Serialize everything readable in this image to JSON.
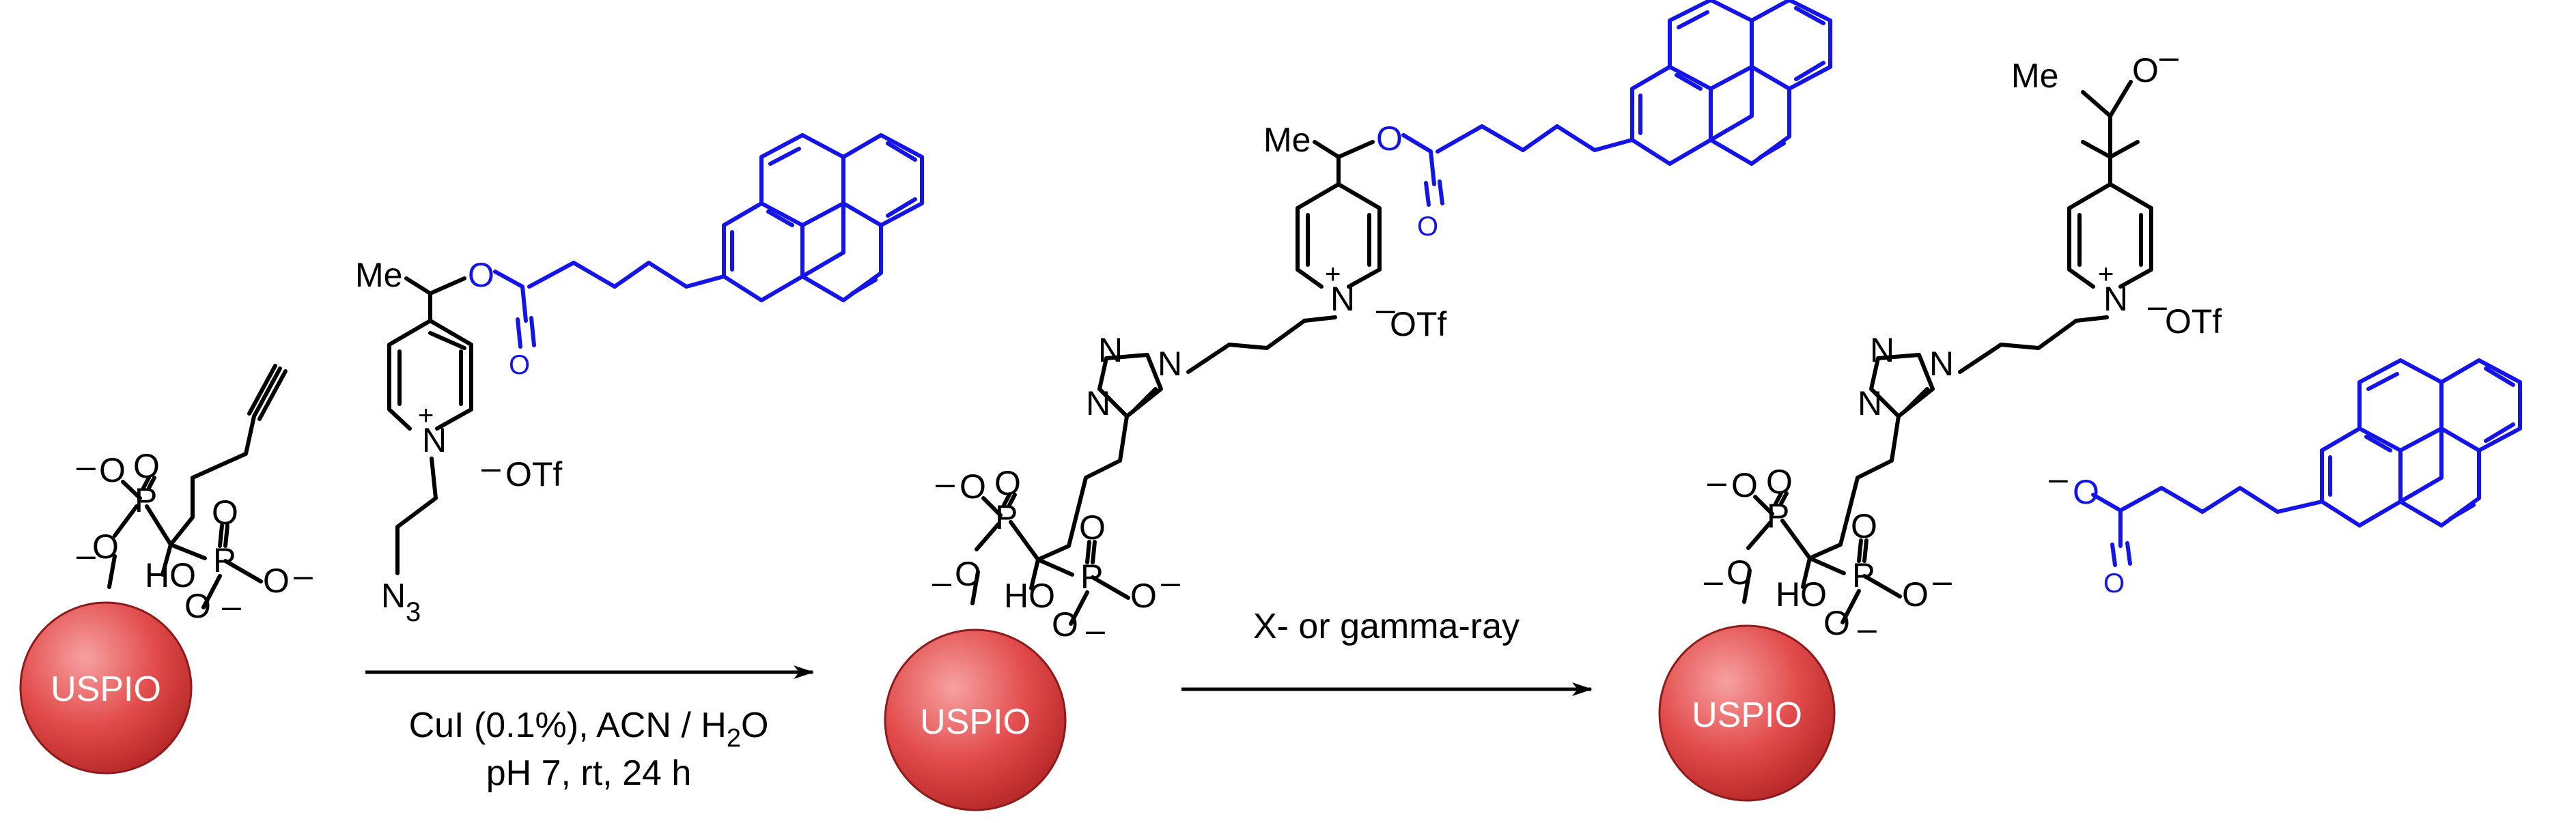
{
  "colors": {
    "bond": "#000000",
    "pyrene_fragment": "#1414e6",
    "nanoparticle": "#e24b4b",
    "nanoparticle_highlight": "#f7a1a1",
    "nanoparticle_edge": "#8c1b1b"
  },
  "atoms": {
    "oxygen": "O",
    "nitrogen": "N",
    "phosphorus": "P",
    "hydroxyl": "HO",
    "methyl": "Me",
    "negative": "–",
    "positive": "+",
    "counterion": "OTf",
    "azide_N": "N",
    "azide_sub": "3"
  },
  "nanoparticle_label": "USPIO",
  "reaction_1": {
    "conditions_line1_prefix": "CuI (0.1%), ACN / H",
    "conditions_line1_sub": "2",
    "conditions_line1_suffix": "O",
    "conditions_line2": "pH 7, rt, 24 h"
  },
  "reaction_2": {
    "conditions": "X- or gamma-ray"
  }
}
